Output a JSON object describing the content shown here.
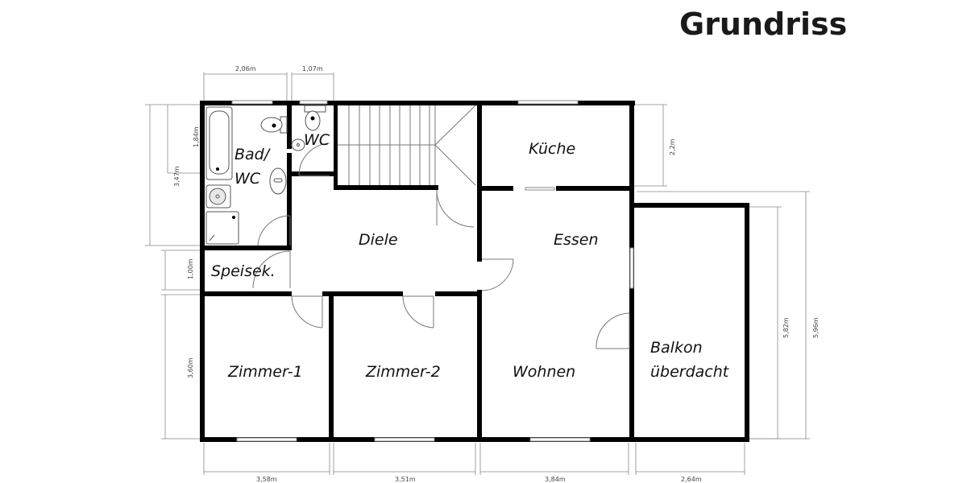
{
  "title": "Grundriss",
  "rooms": {
    "bad_wc": [
      "Bad/",
      "WC"
    ],
    "wc": "WC",
    "kueche": "Küche",
    "diele": "Diele",
    "essen": "Essen",
    "speisek": "Speisek.",
    "zimmer1": "Zimmer-1",
    "zimmer2": "Zimmer-2",
    "wohnen": "Wohnen",
    "balkon": [
      "Balkon",
      "überdacht"
    ]
  },
  "dimensions": {
    "top": [
      "2,06m",
      "1,07m"
    ],
    "left": [
      "1,84m",
      "3,47m",
      "1,00m",
      "3,60m"
    ],
    "right": [
      "2,2m",
      "5,82m",
      "5,96m"
    ],
    "bottom": [
      "3,58m",
      "3,51m",
      "3,84m",
      "2,64m"
    ]
  }
}
